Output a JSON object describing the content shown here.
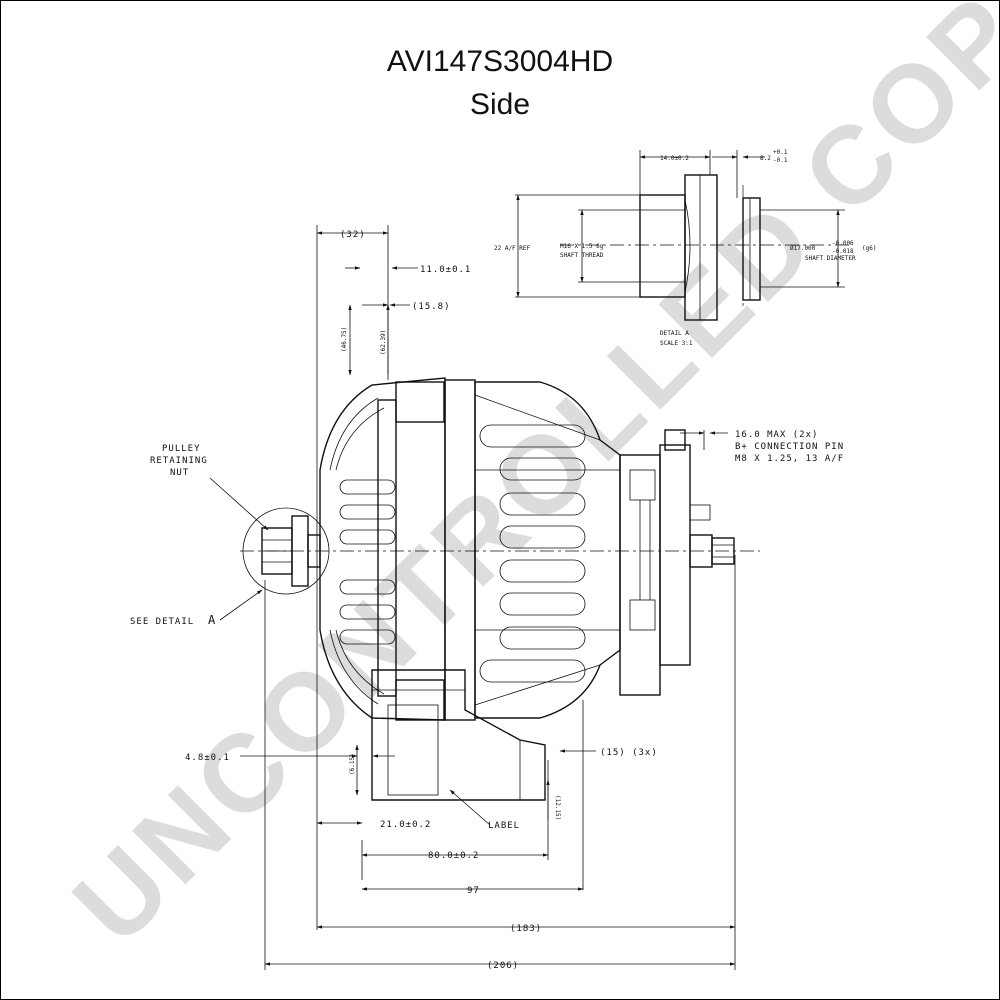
{
  "title": "AVI147S3004HD",
  "subtitle": "Side",
  "watermark": "UNCONTROLLED COPY",
  "dimensions": {
    "d32": "(32)",
    "d11": "11.0±0.1",
    "d15_8": "(15.8)",
    "d46_75": "(46.75)",
    "d62_39": "(62.39)",
    "d16": "16.0 MAX (2x)",
    "d16_l2": "B+ CONNECTION PIN",
    "d16_l3": "M8 X 1.25, 13 A/F",
    "d4_8": "4.8±0.1",
    "d15_3x": "(15) (3x)",
    "d6_15": "(6.15)",
    "d12_15": "(12.15)",
    "d21": "21.0±0.2",
    "d80": "80.0±0.2",
    "d97": "97",
    "d183": "(183)",
    "d206": "(206)"
  },
  "callouts": {
    "pulley_l1": "PULLEY",
    "pulley_l2": "RETAINING",
    "pulley_l3": "NUT",
    "see_detail": "SEE DETAIL",
    "detail_letter": "A",
    "label": "LABEL"
  },
  "detail": {
    "d14": "14.0±0.2",
    "d8_2": "8.2",
    "d8_2_tol_top": "+0.1",
    "d8_2_tol_bot": "-0.1",
    "af": "22 A/F REF",
    "thread_l1": "M16 X 1.5 6g",
    "thread_l2": "SHAFT THREAD",
    "shaft_l1": "Ø17.000",
    "shaft_tol_top": "-0.006",
    "shaft_tol_bot": "-0.018",
    "shaft_fit": "(g6)",
    "shaft_l2": "SHAFT DIAMETER",
    "caption_l1": "DETAIL  A",
    "caption_l2": "SCALE  3:1"
  }
}
